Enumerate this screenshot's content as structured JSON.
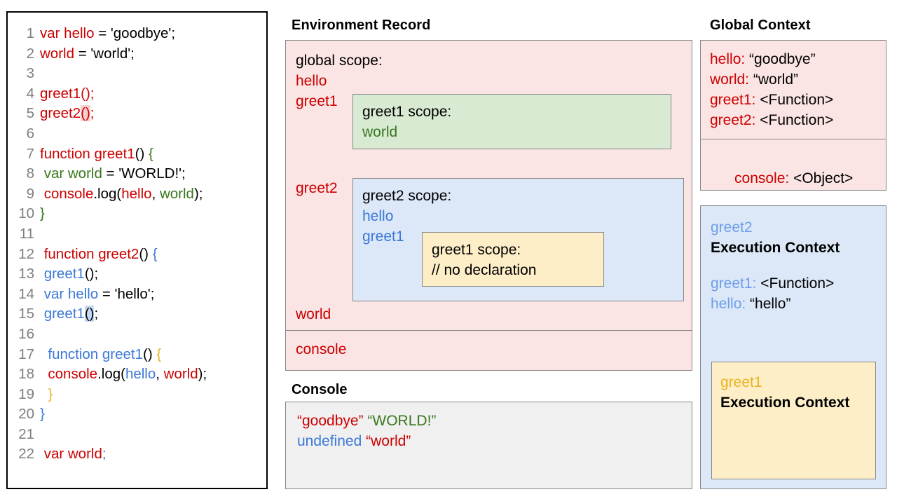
{
  "code_panel": {
    "name": "source-code",
    "lines": [
      {
        "num": "1",
        "tokens": [
          {
            "t": "var hello",
            "c": "red"
          },
          {
            "t": " = 'goodbye';",
            "c": "black"
          }
        ]
      },
      {
        "num": "2",
        "tokens": [
          {
            "t": "world",
            "c": "red"
          },
          {
            "t": " = 'world';",
            "c": "black"
          }
        ]
      },
      {
        "num": "3",
        "tokens": []
      },
      {
        "num": "4",
        "tokens": [
          {
            "t": "greet1",
            "c": "red"
          },
          {
            "t": "()",
            "c": "red"
          },
          {
            "t": ";",
            "c": "red"
          }
        ]
      },
      {
        "num": "5",
        "tokens": [
          {
            "t": "greet2",
            "c": "red"
          },
          {
            "t": "()",
            "c": "red",
            "hl": "hl-red"
          },
          {
            "t": ";",
            "c": "red"
          }
        ]
      },
      {
        "num": "6",
        "tokens": []
      },
      {
        "num": "7",
        "tokens": [
          {
            "t": "function greet1",
            "c": "red"
          },
          {
            "t": "() ",
            "c": "black"
          },
          {
            "t": "{",
            "c": "green"
          }
        ]
      },
      {
        "num": "8",
        "tokens": [
          {
            "t": " var world",
            "c": "green"
          },
          {
            "t": " = 'WORLD!';",
            "c": "black"
          }
        ]
      },
      {
        "num": "9",
        "tokens": [
          {
            "t": " console",
            "c": "red"
          },
          {
            "t": ".log(",
            "c": "black"
          },
          {
            "t": "hello",
            "c": "red"
          },
          {
            "t": ", ",
            "c": "black"
          },
          {
            "t": "world",
            "c": "green"
          },
          {
            "t": ");",
            "c": "black"
          }
        ]
      },
      {
        "num": "10",
        "tokens": [
          {
            "t": "}",
            "c": "green"
          }
        ]
      },
      {
        "num": "11",
        "tokens": []
      },
      {
        "num": "12",
        "tokens": [
          {
            "t": " function greet2",
            "c": "red"
          },
          {
            "t": "() ",
            "c": "black"
          },
          {
            "t": "{",
            "c": "blue"
          }
        ]
      },
      {
        "num": "13",
        "tokens": [
          {
            "t": " greet1",
            "c": "blue"
          },
          {
            "t": "();",
            "c": "black"
          }
        ]
      },
      {
        "num": "14",
        "tokens": [
          {
            "t": " var hello",
            "c": "blue"
          },
          {
            "t": " = 'hello';",
            "c": "black"
          }
        ]
      },
      {
        "num": "15",
        "tokens": [
          {
            "t": " greet1",
            "c": "blue"
          },
          {
            "t": "()",
            "c": "black",
            "hl": "hl-blue"
          },
          {
            "t": ";",
            "c": "black"
          }
        ]
      },
      {
        "num": "16",
        "tokens": []
      },
      {
        "num": "17",
        "tokens": [
          {
            "t": "  function greet1",
            "c": "blue"
          },
          {
            "t": "() ",
            "c": "black"
          },
          {
            "t": "{",
            "c": "gold"
          }
        ]
      },
      {
        "num": "18",
        "tokens": [
          {
            "t": "  console",
            "c": "red"
          },
          {
            "t": ".log(",
            "c": "black"
          },
          {
            "t": "hello",
            "c": "blue"
          },
          {
            "t": ", ",
            "c": "black"
          },
          {
            "t": "world",
            "c": "red"
          },
          {
            "t": ");",
            "c": "black"
          }
        ]
      },
      {
        "num": "19",
        "tokens": [
          {
            "t": "  }",
            "c": "gold"
          }
        ]
      },
      {
        "num": "20",
        "tokens": [
          {
            "t": "}",
            "c": "blue"
          }
        ]
      },
      {
        "num": "21",
        "tokens": []
      },
      {
        "num": "22",
        "tokens": [
          {
            "t": " var world",
            "c": "red"
          },
          {
            "t": ";",
            "c": "blue"
          }
        ]
      }
    ]
  },
  "environment_record": {
    "title": "Environment Record",
    "global_scope_label": "global scope:",
    "global_bindings_top": [
      "hello",
      "greet1"
    ],
    "greet2_binding": "greet2",
    "world_binding": "world",
    "console_binding": "console",
    "greet1_scope": {
      "label": "greet1 scope:",
      "bindings": [
        "world"
      ]
    },
    "greet2_scope": {
      "label": "greet2 scope:",
      "bindings": [
        "hello",
        "greet1"
      ]
    },
    "greet1_inner_scope": {
      "label": "greet1 scope:",
      "comment": "// no declaration"
    }
  },
  "console_panel": {
    "title": "Console",
    "lines": [
      {
        "parts": [
          {
            "t": "“goodbye”",
            "c": "red"
          },
          {
            "t": " ",
            "c": "black"
          },
          {
            "t": "“WORLD!”",
            "c": "green"
          }
        ]
      },
      {
        "parts": [
          {
            "t": "undefined",
            "c": "blue"
          },
          {
            "t": " ",
            "c": "black"
          },
          {
            "t": "“world”",
            "c": "red"
          }
        ]
      }
    ]
  },
  "global_context": {
    "title": "Global Context",
    "variables": [
      {
        "name": "hello:",
        "value": " “goodbye”"
      },
      {
        "name": "world:",
        "value": " “world”"
      },
      {
        "name": "greet1:",
        "value": " <Function>"
      },
      {
        "name": "greet2:",
        "value": " <Function>"
      }
    ],
    "console": {
      "name": "console:",
      "value": " <Object>"
    }
  },
  "greet2_execution_context": {
    "owner": "greet2",
    "title": "Execution Context",
    "variables": [
      {
        "name": "greet1:",
        "value": " <Function>"
      },
      {
        "name": "hello:",
        "value": " “hello”"
      }
    ]
  },
  "greet1_execution_context": {
    "owner": "greet1",
    "title": "Execution Context"
  },
  "colors": {
    "red": "#cc0000",
    "green": "#38761d",
    "blue": "#3c78d8",
    "gold": "#e8b422",
    "pink_bg": "#fbe4e4",
    "green_bg": "#d9ead3",
    "blue_bg": "#dce8f7",
    "yellow_bg": "#fdeec8",
    "console_bg": "#f0f0f0",
    "border": "#878787"
  }
}
